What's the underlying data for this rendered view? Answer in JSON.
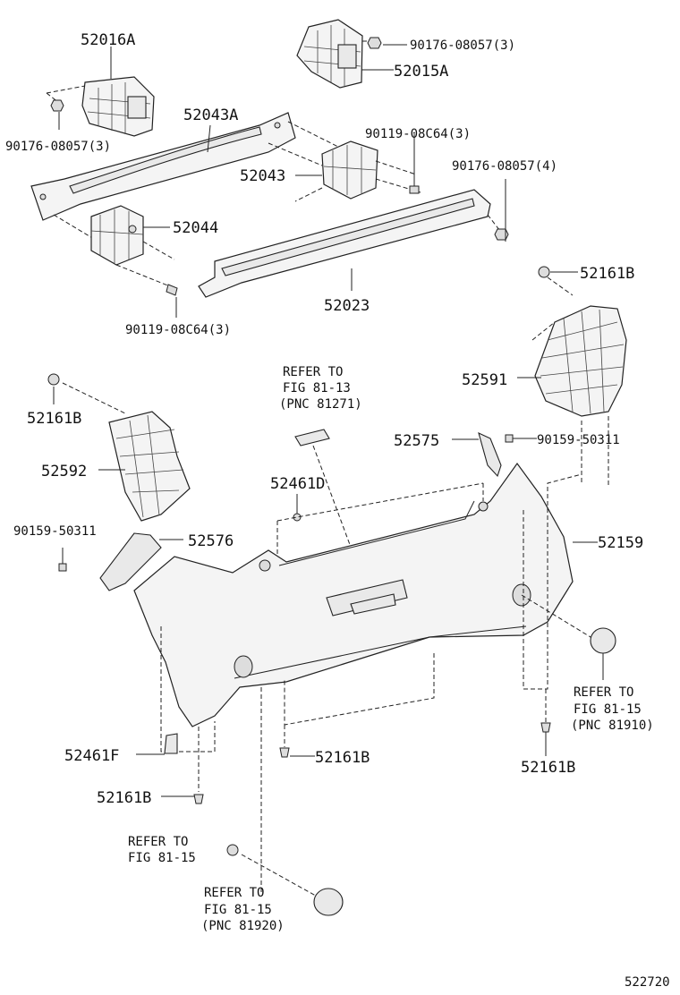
{
  "parts": [
    {
      "id": "52016A",
      "text": "52016A"
    },
    {
      "id": "52015A",
      "text": "52015A"
    },
    {
      "id": "90176-08057-top",
      "text": "90176-08057(3)"
    },
    {
      "id": "90176-08057-left",
      "text": "90176-08057(3)"
    },
    {
      "id": "52043A",
      "text": "52043A"
    },
    {
      "id": "90119-08C64-top",
      "text": "90119-08C64(3)"
    },
    {
      "id": "52043",
      "text": "52043"
    },
    {
      "id": "90176-08057-right",
      "text": "90176-08057(4)"
    },
    {
      "id": "52044",
      "text": "52044"
    },
    {
      "id": "52023",
      "text": "52023"
    },
    {
      "id": "90119-08C64-bottom",
      "text": "90119-08C64(3)"
    },
    {
      "id": "52161B-a",
      "text": "52161B"
    },
    {
      "id": "52591",
      "text": "52591"
    },
    {
      "id": "52161B-b",
      "text": "52161B"
    },
    {
      "id": "52592",
      "text": "52592"
    },
    {
      "id": "52575",
      "text": "52575"
    },
    {
      "id": "90159-50311-right",
      "text": "90159-50311"
    },
    {
      "id": "52461D",
      "text": "52461D"
    },
    {
      "id": "90159-50311-left",
      "text": "90159-50311"
    },
    {
      "id": "52576",
      "text": "52576"
    },
    {
      "id": "52159",
      "text": "52159"
    },
    {
      "id": "52461F",
      "text": "52461F"
    },
    {
      "id": "52161B-c",
      "text": "52161B"
    },
    {
      "id": "52161B-d",
      "text": "52161B"
    },
    {
      "id": "52161B-e",
      "text": "52161B"
    }
  ],
  "references": [
    {
      "id": "ref-81-13",
      "lines": [
        "REFER TO",
        "FIG 81-13",
        "(PNC 81271)"
      ]
    },
    {
      "id": "ref-81-15-right",
      "lines": [
        "REFER TO",
        "FIG 81-15",
        "(PNC 81910)"
      ]
    },
    {
      "id": "ref-81-15-left",
      "lines": [
        "REFER TO",
        "FIG 81-15"
      ]
    },
    {
      "id": "ref-81-15-bottom",
      "lines": [
        "REFER TO",
        "FIG 81-15",
        "(PNC 81920)"
      ]
    }
  ],
  "diagram_id": "522720"
}
